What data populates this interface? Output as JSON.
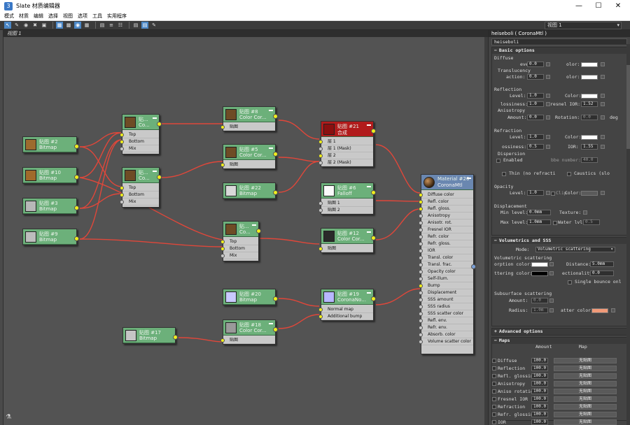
{
  "window": {
    "title": "Slate 材质编辑器",
    "app_icon": "3"
  },
  "menu": [
    "模式",
    "材质",
    "编辑",
    "选择",
    "视图",
    "选项",
    "工具",
    "实用程序"
  ],
  "toolbar": {
    "view_selector": "视图 1"
  },
  "canvas": {
    "tab": "视图 1"
  },
  "nodes": {
    "n2": {
      "t1": "贴图 #2",
      "t2": "Bitmap"
    },
    "n10": {
      "t1": "贴图 #10",
      "t2": "Bitmap"
    },
    "n3": {
      "t1": "贴图 #3",
      "t2": "Bitmap"
    },
    "n9": {
      "t1": "贴图 #9",
      "t2": "Bitmap"
    },
    "mixA": {
      "t1": "贴...",
      "t2": "Co...",
      "rows": [
        "Top",
        "Bottom",
        "Mix"
      ]
    },
    "mixB": {
      "t1": "贴...",
      "t2": "Co...",
      "rows": [
        "Top",
        "Bottom",
        "Mix"
      ]
    },
    "mixC": {
      "t1": "贴...",
      "t2": "Co...",
      "rows": [
        "Top",
        "Bottom",
        "Mix"
      ]
    },
    "n8": {
      "t1": "贴图 #8",
      "t2": "Color Cor...",
      "rows": [
        "贴图"
      ]
    },
    "n5": {
      "t1": "贴图 #5",
      "t2": "Color Cor...",
      "rows": [
        "贴图"
      ]
    },
    "n22": {
      "t1": "贴图 #22",
      "t2": "Bitmap"
    },
    "n21": {
      "t1": "贴图 #21",
      "t2": "合成",
      "rows": [
        "层 1",
        "层 1 (Mask)",
        "层 2",
        "层 2 (Mask)"
      ]
    },
    "n6": {
      "t1": "贴图 #6",
      "t2": "Falloff",
      "rows": [
        "贴图 1",
        "贴图 2"
      ]
    },
    "n12": {
      "t1": "贴图 #12",
      "t2": "Color Cor...",
      "rows": [
        "贴图"
      ]
    },
    "n20": {
      "t1": "贴图 #20",
      "t2": "Bitmap"
    },
    "n19": {
      "t1": "贴图 #19",
      "t2": "CoronaNo...",
      "rows": [
        "Normal map",
        "Additional bump"
      ]
    },
    "n17": {
      "t1": "贴图 #17",
      "t2": "Bitmap"
    },
    "n18": {
      "t1": "贴图 #18",
      "t2": "Color Cor...",
      "rows": [
        "贴图"
      ]
    },
    "mat": {
      "t1": "Material #26",
      "t2": "CoronaMtl",
      "rows": [
        "Diffuse color",
        "Refl. color",
        "Refl. gloss.",
        "Anisotropy",
        "Anisotr. rot.",
        "Fresnel IOR",
        "Refr. color",
        "Refr. gloss.",
        "IOR",
        "Transl. color",
        "Transl. frac.",
        "Opacity color",
        "Self-illum.",
        "Bump",
        "Displacement",
        "SSS amount",
        "SSS radius",
        "SSS scatter color",
        "Refl. env.",
        "Refr. env.",
        "Absorb. color",
        "Volume scatter color"
      ]
    }
  },
  "panel": {
    "title": "heiseboli ( CoronaMtl )",
    "name": "heiseboli",
    "basic": {
      "header": "Basic options",
      "diffuse": "Diffuse",
      "level_l": "evel:",
      "level_v": "0.0",
      "color_l": "olor:",
      "translucency": "Translucency",
      "fraction_l": "action:",
      "fraction_v": "0.0",
      "color2_l": "olor:",
      "reflection": "Reflection",
      "rlevel_l": "Level:",
      "rlevel_v": "1.0",
      "rcolor_l": "Color:",
      "gloss_l": "lossiness:",
      "gloss_v": "1.0",
      "fior_l": "resnel IOR:",
      "fior_v": "1.52",
      "aniso": "Anisotropy",
      "amount_l": "Amount:",
      "amount_v": "0.0",
      "rot_l": "Rotation:",
      "rot_v": "0.0",
      "deg": "deg",
      "refraction": "Refraction",
      "flevel_l": "Level:",
      "flevel_v": "1.0",
      "fcolor_l": "Color:",
      "fgloss_l": "ossiness:",
      "fgloss_v": "0.5",
      "ior_l": "IOR:",
      "ior_v": "1.55",
      "dispersion": "Dispersion",
      "enabled": "Enabled",
      "abbe_l": "bbe number:",
      "abbe_v": "40.0",
      "thin": "Thin (no refracti",
      "caustics": "Caustics (slo",
      "opacity": "Opacity",
      "olevel_l": "Level:",
      "olevel_v": "1.0",
      "clip": "Clip",
      "ocolor_l": "Color:",
      "displacement": "Displacement",
      "minl_l": "Min level:",
      "minl_v": "0.0mm",
      "texture_l": "Texture:",
      "maxl_l": "Max level:",
      "maxl_v": "1.0mm",
      "water_l": "Water lvl:",
      "water_v": "0.5"
    },
    "volumetrics": {
      "header": "Volumetrics and SSS",
      "mode_l": "Mode:",
      "mode_v": "Volumetric scattering",
      "vs": "Volumetric scattering",
      "absorption_l": "orption color:",
      "distance_l": "Distance:",
      "distance_v": "5.0mm",
      "scatter_l": "ttering color:",
      "direct_l": "ectionality:",
      "direct_v": "0.0",
      "single": "Single bounce onl",
      "sss": "Subsurface scattering",
      "samount_l": "Amount:",
      "samount_v": "0.0",
      "radius_l": "Radius:",
      "radius_v": "1.0m",
      "scolor_l": "atter color:"
    },
    "advanced": {
      "header": "Advanced options"
    },
    "maps": {
      "header": "Maps",
      "col_amount": "Amount",
      "col_map": "Map",
      "rows": [
        {
          "name": "Diffuse",
          "amount": "100.0",
          "map": "无贴图"
        },
        {
          "name": "Reflection",
          "amount": "100.0",
          "map": "无贴图"
        },
        {
          "name": "Refl. glossin",
          "amount": "100.0",
          "map": "无贴图"
        },
        {
          "name": "Anisotropy",
          "amount": "100.0",
          "map": "无贴图"
        },
        {
          "name": "Aniso rotatio",
          "amount": "100.0",
          "map": "无贴图"
        },
        {
          "name": "Fresnel IOR",
          "amount": "100.0",
          "map": "无贴图"
        },
        {
          "name": "Refraction",
          "amount": "100.0",
          "map": "无贴图"
        },
        {
          "name": "Refr. glossin",
          "amount": "100.0",
          "map": "无贴图"
        },
        {
          "name": "IOR",
          "amount": "100.0",
          "map": "无贴图"
        }
      ]
    }
  }
}
